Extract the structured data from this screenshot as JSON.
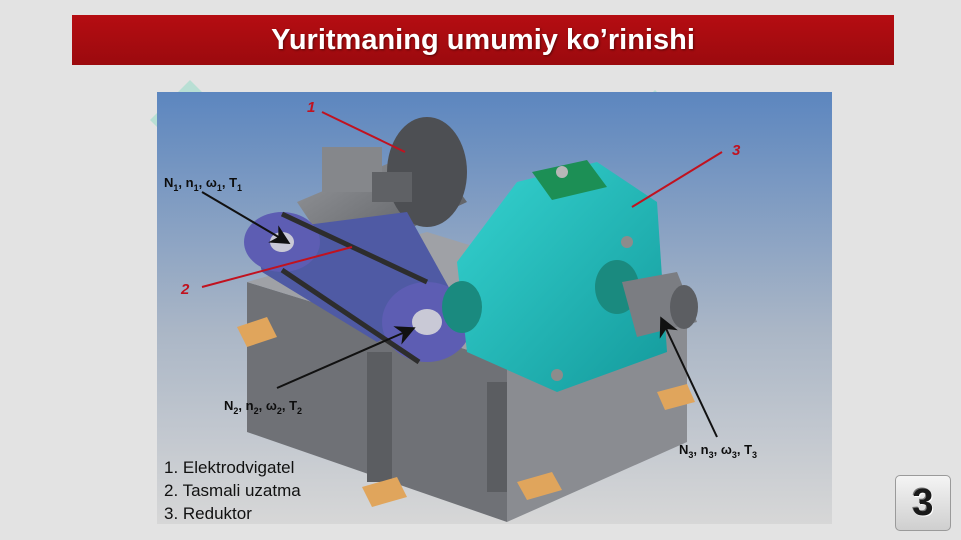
{
  "title": "Yuritmaning umumiy ko’rinishi",
  "callouts": {
    "c1": "1",
    "c2": "2",
    "c3": "3"
  },
  "parameter_labels": {
    "p1": {
      "base": [
        "N",
        "n",
        "ω",
        "T"
      ],
      "index": "1"
    },
    "p2": {
      "base": [
        "N",
        "n",
        "ω",
        "T"
      ],
      "index": "2"
    },
    "p3": {
      "base": [
        "N",
        "n",
        "ω",
        "T"
      ],
      "index": "3"
    }
  },
  "legend": [
    "1. Elektrodvigatel",
    "2. Tasmali uzatma",
    "3. Reduktor"
  ],
  "page_number": "3",
  "colors": {
    "title_bar": "#a70b10",
    "gearbox": "#1fb5b5",
    "belt_pulley": "#5a5aa8",
    "frame": "#7d7f85",
    "callout_line": "#c1121f",
    "background_top": "#5c86bf"
  }
}
